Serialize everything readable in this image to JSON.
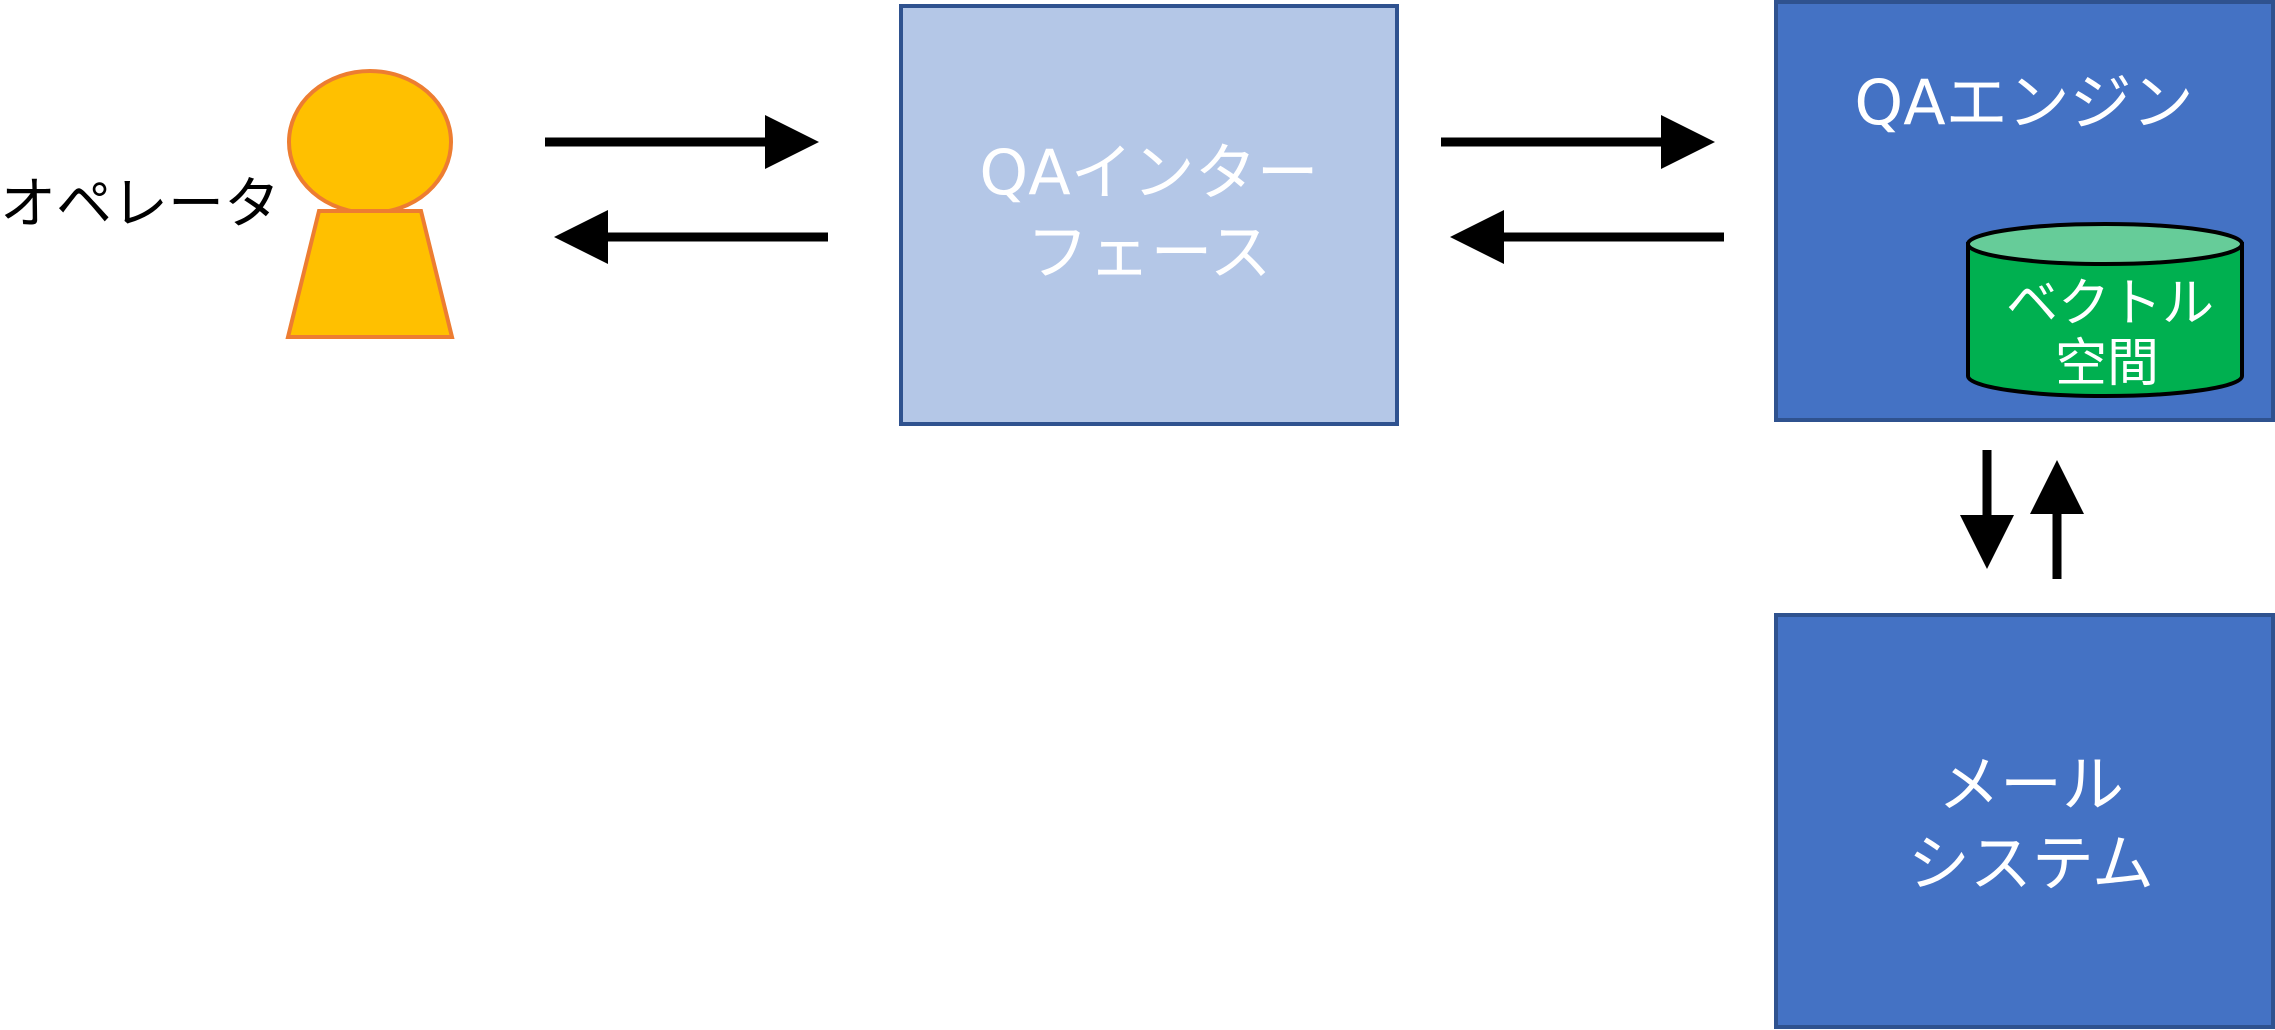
{
  "actor": {
    "label": "オペレータ",
    "head_color": "#FFC000",
    "outline_color": "#ED7D31"
  },
  "qa_interface": {
    "line1": "QAインター",
    "line2": "フェース",
    "fill_color": "#B4C7E7",
    "border_color": "#2F528F"
  },
  "qa_engine": {
    "label": "QAエンジン",
    "fill_color": "#4472C4",
    "border_color": "#2F528F"
  },
  "vector_db": {
    "line1": "ベクトル",
    "line2": "空間",
    "body_color": "#00B050",
    "top_color": "#66CC99"
  },
  "mail_system": {
    "line1": "メール",
    "line2": "システム",
    "fill_color": "#4472C4",
    "border_color": "#2F528F"
  },
  "connections": [
    {
      "from": "operator",
      "to": "qa_interface"
    },
    {
      "from": "qa_interface",
      "to": "operator"
    },
    {
      "from": "qa_interface",
      "to": "qa_engine"
    },
    {
      "from": "qa_engine",
      "to": "qa_interface"
    },
    {
      "from": "qa_engine",
      "to": "mail_system"
    },
    {
      "from": "mail_system",
      "to": "qa_engine"
    }
  ]
}
